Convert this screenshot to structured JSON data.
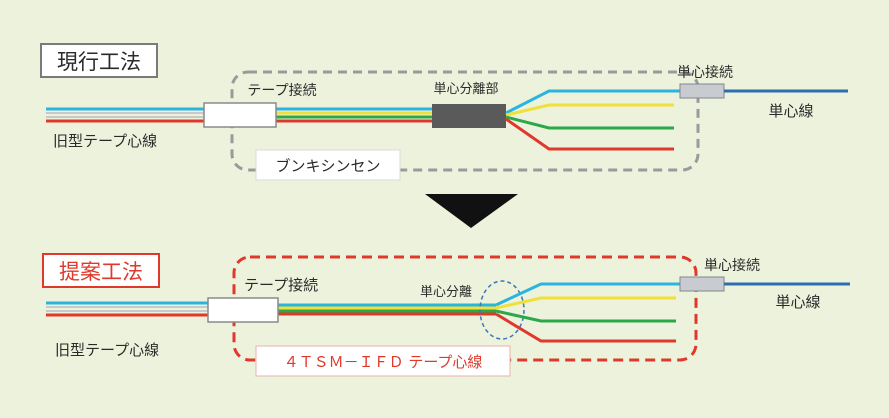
{
  "current_method": {
    "title": "現行工法",
    "tape_connection_label": "テープ接続",
    "single_separation_label": "単心分離部",
    "single_connection_label": "単心接続",
    "single_fiber_label": "単心線",
    "old_tape_label": "旧型テープ心線",
    "bundle_label": "ブンキシンセン"
  },
  "proposed_method": {
    "title": "提案工法",
    "tape_connection_label": "テープ接続",
    "single_separation_label": "単心分離",
    "single_connection_label": "単心接続",
    "single_fiber_label": "単心線",
    "old_tape_label": "旧型テープ心線",
    "new_tape_label": "４ＴＳＭ－ＩＦＤ テープ心線"
  },
  "colors": {
    "background": "#edf2dc",
    "fiber_blue": "#2ab4e0",
    "fiber_yellow": "#f0e03a",
    "fiber_green": "#2aa84a",
    "fiber_red": "#e0392b",
    "single_fiber_line": "#2f6db0",
    "current_boundary": "#9a9a9a",
    "proposed_boundary": "#e0392b",
    "separation_box": "#5a5a5a",
    "connector_box": "#ffffff",
    "single_connector_box": "#c8ccd0",
    "arrow": "#111111"
  },
  "icons": {
    "transition_arrow": "down-triangle-icon",
    "separation_highlight": "dashed-ellipse-icon"
  }
}
